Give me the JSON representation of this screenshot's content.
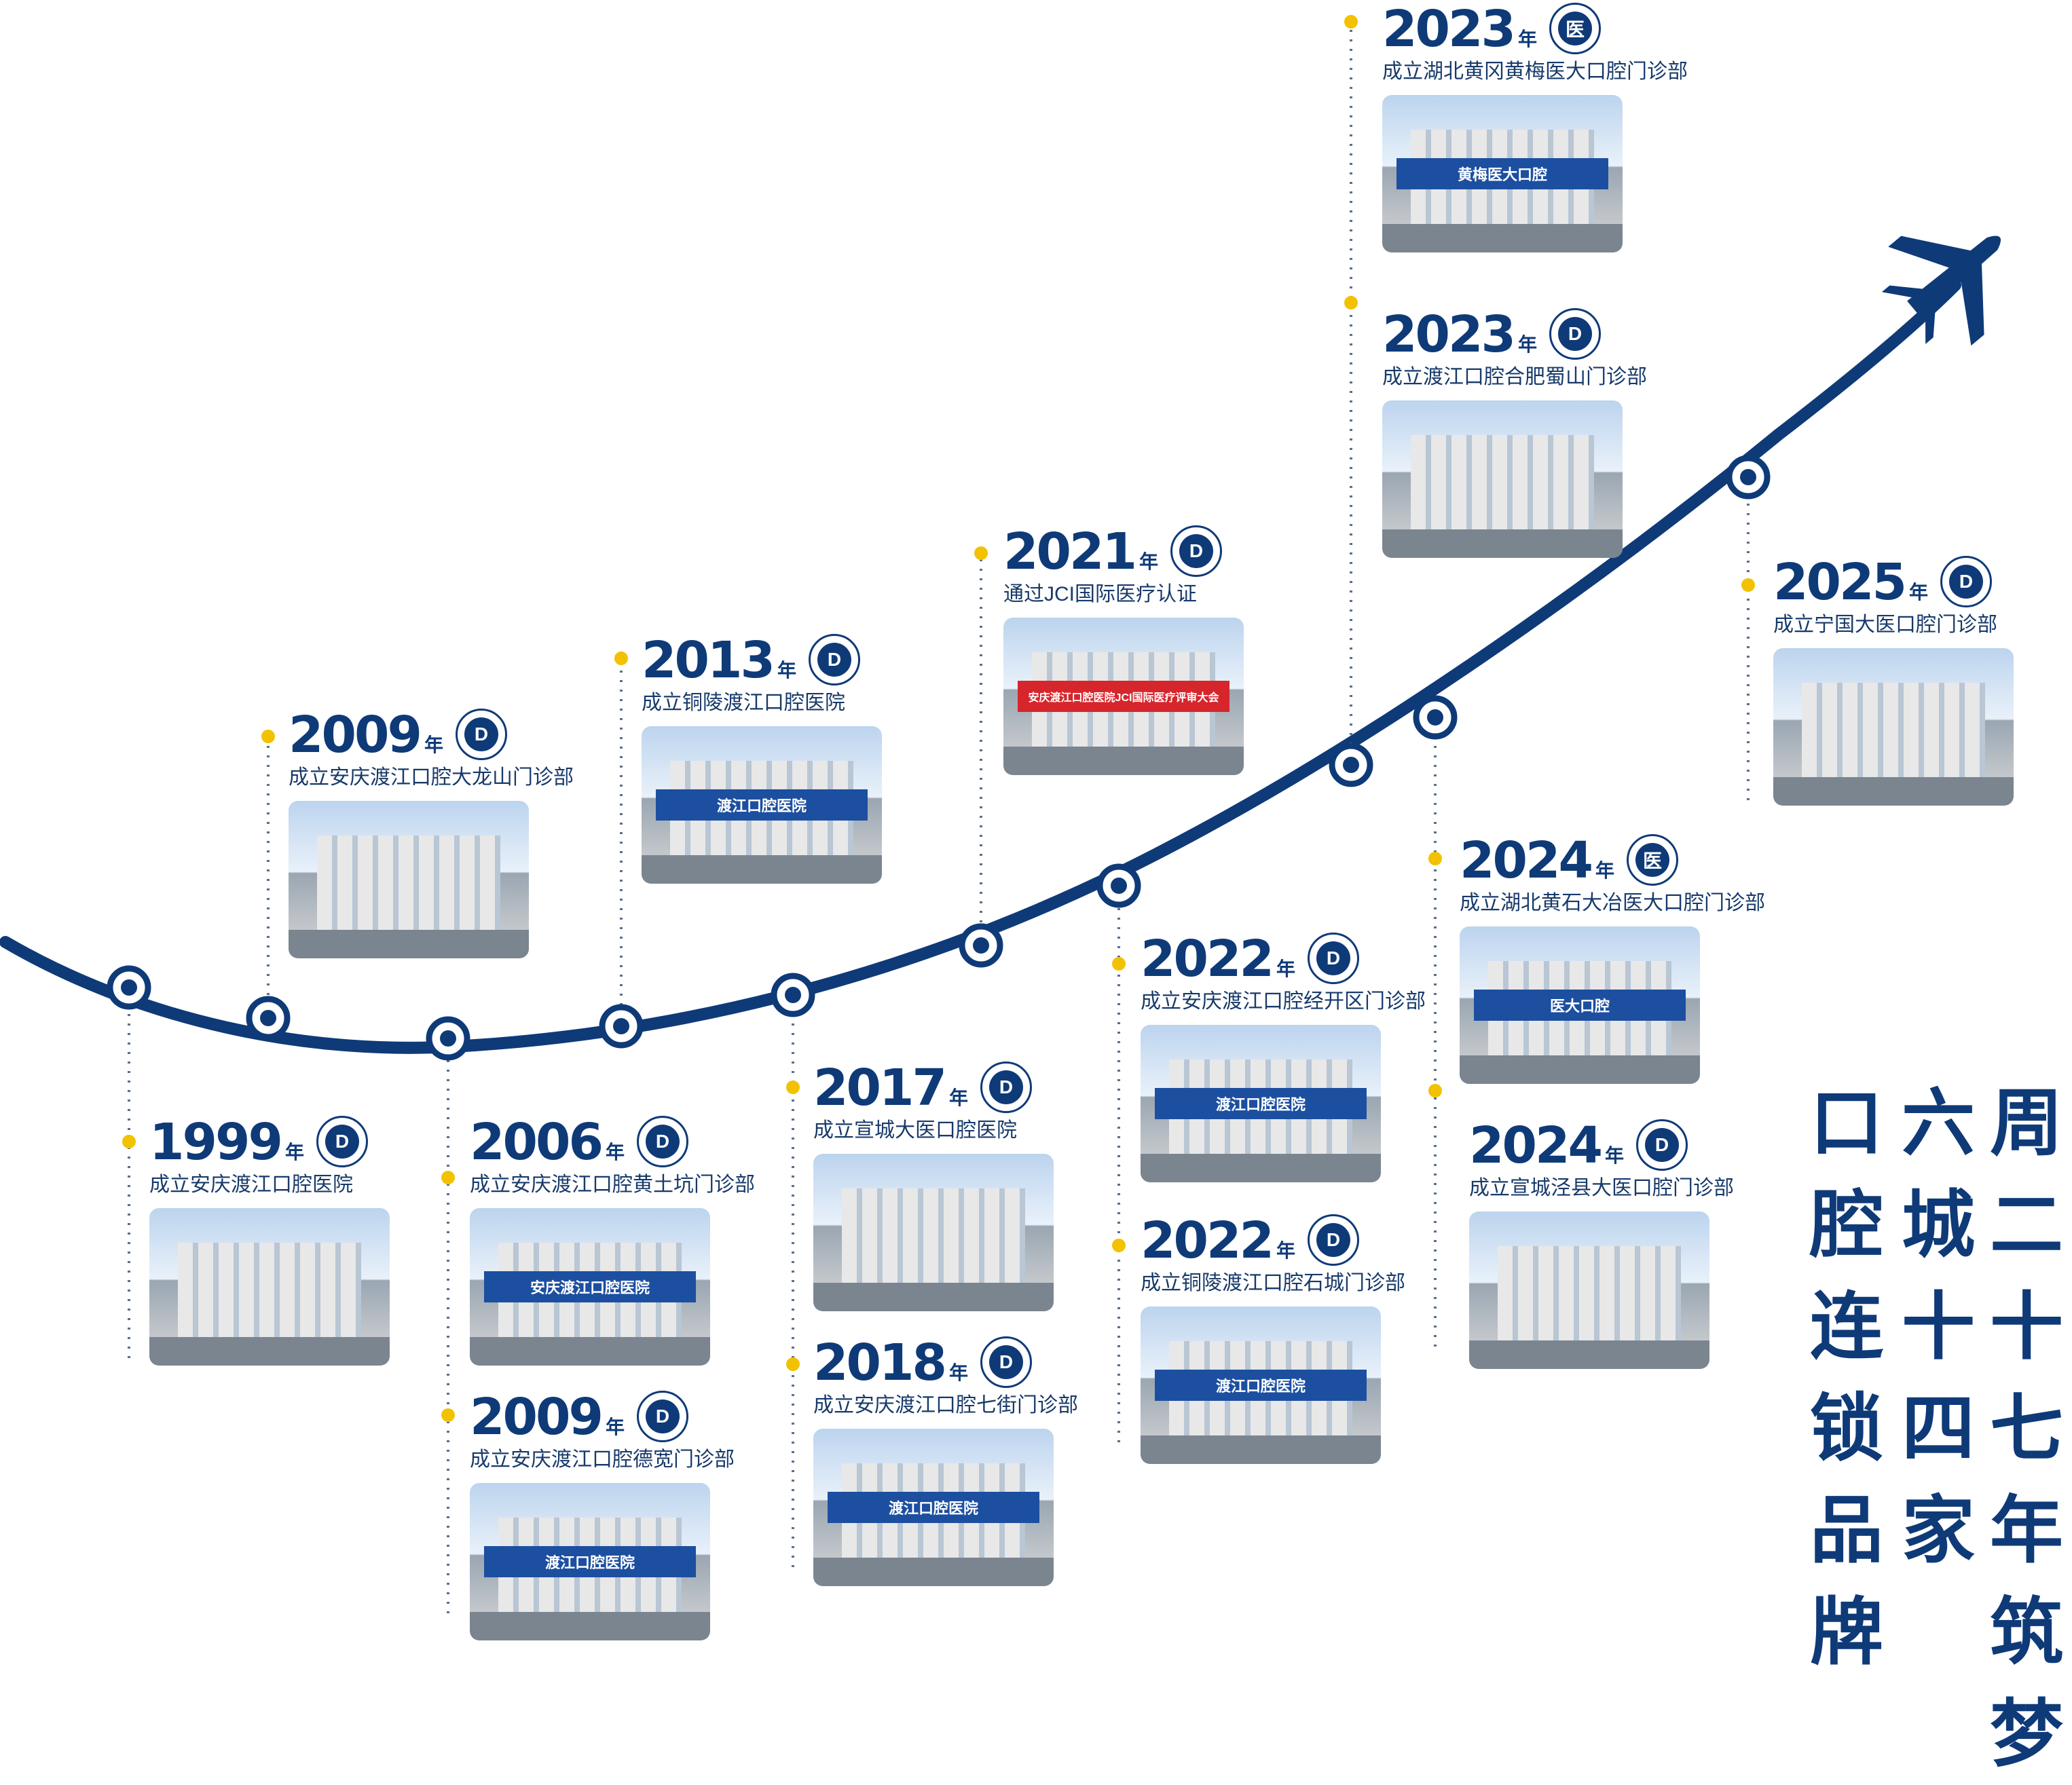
{
  "nian": "年",
  "milestones": [
    {
      "year": "1999",
      "desc": "成立安庆渡江口腔医院",
      "badge": "D"
    },
    {
      "year": "2009",
      "desc": "成立安庆渡江口腔大龙山门诊部",
      "badge": "D"
    },
    {
      "year": "2006",
      "desc": "成立安庆渡江口腔黄土坑门诊部",
      "badge": "D",
      "sign": "安庆渡江口腔医院"
    },
    {
      "year": "2009",
      "desc": "成立安庆渡江口腔德宽门诊部",
      "badge": "D",
      "sign": "渡江口腔医院"
    },
    {
      "year": "2013",
      "desc": "成立铜陵渡江口腔医院",
      "badge": "D",
      "sign": "渡江口腔医院"
    },
    {
      "year": "2017",
      "desc": "成立宣城大医口腔医院",
      "badge": "D"
    },
    {
      "year": "2018",
      "desc": "成立安庆渡江口腔七街门诊部",
      "badge": "D",
      "sign": "渡江口腔医院"
    },
    {
      "year": "2021",
      "desc": "通过JCI国际医疗认证",
      "badge": "D",
      "sign": "安庆渡江口腔医院JCI国际医疗评审大会"
    },
    {
      "year": "2022",
      "desc": "成立安庆渡江口腔经开区门诊部",
      "badge": "D",
      "sign": "渡江口腔医院"
    },
    {
      "year": "2022",
      "desc": "成立铜陵渡江口腔石城门诊部",
      "badge": "D",
      "sign": "渡江口腔医院"
    },
    {
      "year": "2023",
      "desc": "成立湖北黄冈黄梅医大口腔门诊部",
      "badge": "医",
      "sign": "黄梅医大口腔"
    },
    {
      "year": "2023",
      "desc": "成立渡江口腔合肥蜀山门诊部",
      "badge": "D"
    },
    {
      "year": "2024",
      "desc": "成立湖北黄石大冶医大口腔门诊部",
      "badge": "医",
      "sign": "医大口腔"
    },
    {
      "year": "2024",
      "desc": "成立宣城泾县大医口腔门诊部",
      "badge": "D"
    },
    {
      "year": "2025",
      "desc": "成立宁国大医口腔门诊部",
      "badge": "D"
    }
  ],
  "slogan": {
    "col1": [
      "周",
      "二",
      "十",
      "七",
      "年",
      "筑",
      "梦"
    ],
    "col2": [
      "六",
      "城",
      "十",
      "四",
      "家"
    ],
    "col3": [
      "口",
      "腔",
      "连",
      "锁",
      "品",
      "牌"
    ]
  },
  "colors": {
    "navy": "#0f3a78",
    "yellow": "#f2c200",
    "dot": "#5a6f8f"
  }
}
